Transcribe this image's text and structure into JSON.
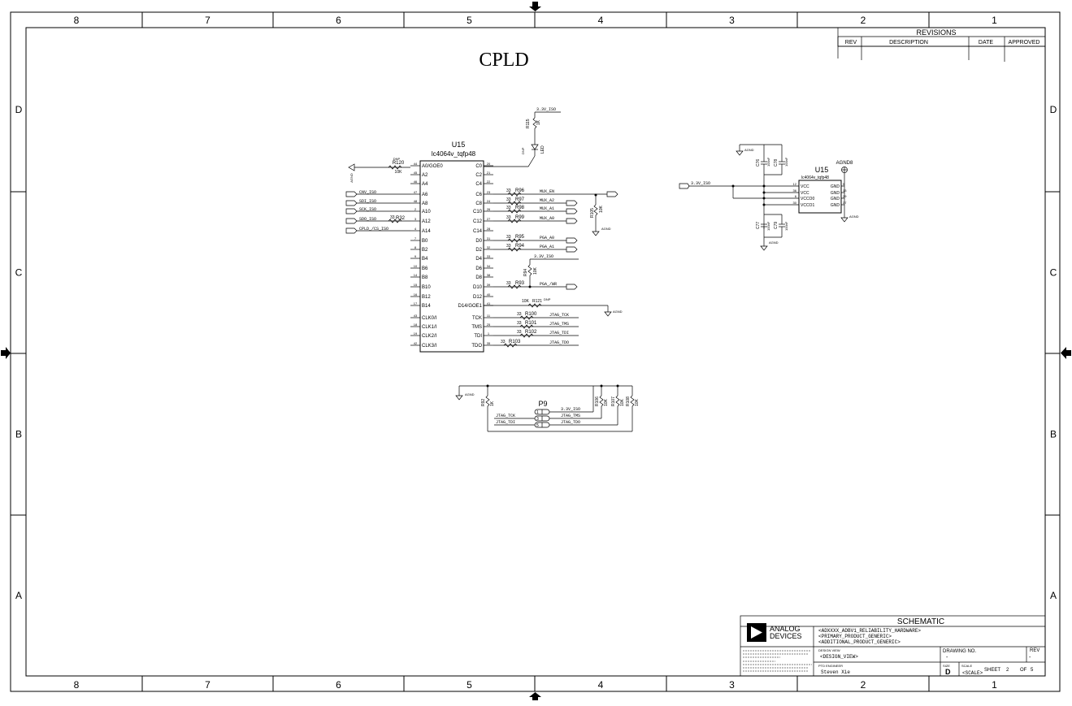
{
  "page_title": "CPLD",
  "border": {
    "cols": [
      "8",
      "7",
      "6",
      "5",
      "4",
      "3",
      "2",
      "1"
    ],
    "rows": [
      "D",
      "C",
      "B",
      "A"
    ]
  },
  "revisions": {
    "title": "REVISIONS",
    "headers": [
      "REV",
      "DESCRIPTION",
      "DATE",
      "APPROVED"
    ]
  },
  "u15_main": {
    "ref": "U15",
    "part": "lc4064v_tqfp48",
    "left_pins": [
      {
        "num": "44",
        "name": "A0/GOE0"
      },
      {
        "num": "45",
        "name": "A2"
      },
      {
        "num": "46",
        "name": "A4"
      },
      {
        "num": "47",
        "name": "A6"
      },
      {
        "num": "48",
        "name": "A8"
      },
      {
        "num": "2",
        "name": "A10"
      },
      {
        "num": "3",
        "name": "A12"
      },
      {
        "num": "4",
        "name": "A14"
      },
      {
        "num": "7",
        "name": "B0"
      },
      {
        "num": "8",
        "name": "B2"
      },
      {
        "num": "9",
        "name": "B4"
      },
      {
        "num": "10",
        "name": "B6"
      },
      {
        "num": "14",
        "name": "B8"
      },
      {
        "num": "15",
        "name": "B10"
      },
      {
        "num": "16",
        "name": "B12"
      },
      {
        "num": "17",
        "name": "B14"
      },
      {
        "num": "43",
        "name": "CLK0/I"
      },
      {
        "num": "18",
        "name": "CLK1/I"
      },
      {
        "num": "19",
        "name": "CLK2/I"
      },
      {
        "num": "42",
        "name": "CLK3/I"
      }
    ],
    "right_pins": [
      {
        "num": "20",
        "name": "C0"
      },
      {
        "num": "21",
        "name": "C2"
      },
      {
        "num": "22",
        "name": "C4"
      },
      {
        "num": "23",
        "name": "C6"
      },
      {
        "num": "24",
        "name": "C8"
      },
      {
        "num": "26",
        "name": "C10"
      },
      {
        "num": "27",
        "name": "C12"
      },
      {
        "num": "28",
        "name": "C14"
      },
      {
        "num": "31",
        "name": "D0"
      },
      {
        "num": "32",
        "name": "D2"
      },
      {
        "num": "33",
        "name": "D4"
      },
      {
        "num": "34",
        "name": "D6"
      },
      {
        "num": "38",
        "name": "D8"
      },
      {
        "num": "39",
        "name": "D10"
      },
      {
        "num": "40",
        "name": "D12"
      },
      {
        "num": "41",
        "name": "D14/GOE1"
      },
      {
        "num": "11",
        "name": "TCK"
      },
      {
        "num": "25",
        "name": "TMS"
      },
      {
        "num": "1",
        "name": "TDI"
      },
      {
        "num": "35",
        "name": "TDO"
      }
    ]
  },
  "left_nets": [
    "CNV_ISO",
    "SDI_ISO",
    "SCK_ISO",
    "SDO_ISO",
    "CPLD_/CS_ISO"
  ],
  "right_nets": [
    "MUX_EN",
    "MUX_A2",
    "MUX_A1",
    "MUX_A0",
    "PGA_A0",
    "PGA_A1",
    "PGA_/WR"
  ],
  "jtag_nets": [
    "JTAG_TCK",
    "JTAG_TMS",
    "JTAG_TDI",
    "JTAG_TDO"
  ],
  "resistors": {
    "r120": "R120",
    "r120_val": "10K",
    "dnp": "DNP",
    "r32": "R32",
    "r96": "R96",
    "r97": "R97",
    "r98": "R98",
    "r99": "R99",
    "r95": "R95",
    "r94": "R94",
    "r93": "R93",
    "r121": "R121",
    "r100": "R100",
    "r101": "R101",
    "r102": "R102",
    "r103": "R103",
    "r115": "R115",
    "r105": "R105",
    "r94b": "R94",
    "r92": "R92",
    "r106": "R106",
    "r107": "R107",
    "r108": "R108",
    "v33": "33",
    "v10k": "10K",
    "v1k": "1K"
  },
  "supply": {
    "v33iso": "3.3V_ISO",
    "agnd": "AGND",
    "agnd8": "AGND8",
    "led": "LED"
  },
  "u15_power": {
    "ref": "U15",
    "part": "lc4064v_tqfp48",
    "pins_left": [
      {
        "num": "12",
        "name": "VCC"
      },
      {
        "num": "36",
        "name": "VCC"
      },
      {
        "num": "6",
        "name": "VCCO0"
      },
      {
        "num": "30",
        "name": "VCCO1"
      }
    ],
    "pins_right": [
      {
        "num": "5",
        "name": "GND"
      },
      {
        "num": "13",
        "name": "GND"
      },
      {
        "num": "29",
        "name": "GND"
      },
      {
        "num": "37",
        "name": "GND"
      }
    ],
    "caps": [
      "C76",
      "C78",
      "C77",
      "C79"
    ],
    "cap_val": "100nF"
  },
  "p9": {
    "ref": "P9",
    "pins": [
      "1",
      "2",
      "3",
      "4",
      "5",
      "6"
    ]
  },
  "title_block": {
    "heading": "SCHEMATIC",
    "company_line1": "ANALOG",
    "company_line2": "DEVICES",
    "desc1": "<ADXXXX_ADBV1_RELIABILITY_HARDWARE>",
    "desc2": "<PRIMARY_PRODUCT_GENERIC>",
    "desc3": "<ADDITIONAL_PRODUCT_GENERIC>",
    "design_view_label": "DESIGN VIEW",
    "design_view": "<DESIGN_VIEW>",
    "drawing_no_label": "DRAWING NO.",
    "drawing_no": "-",
    "rev_label": "REV",
    "rev": "-",
    "engineer_label": "PTD ENGINEER",
    "engineer": "Steven Xie",
    "size_label": "SIZE",
    "size": "D",
    "scale_label": "SCALE",
    "scale": "<SCALE>",
    "sheet_label": "SHEET",
    "sheet": "2",
    "of_label": "OF",
    "of": "5"
  }
}
